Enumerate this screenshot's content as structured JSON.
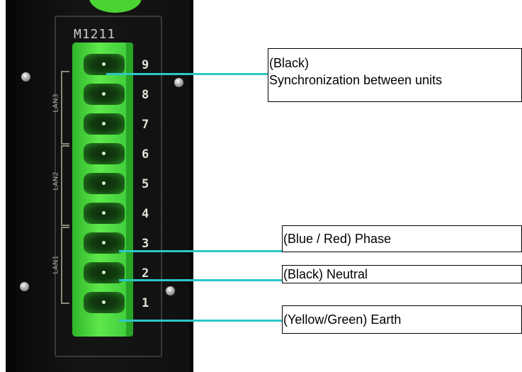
{
  "device": {
    "model_label": "M1211",
    "bracket_labels": [
      "LAN3",
      "LAN2",
      "LAN1"
    ]
  },
  "pins": [
    "9",
    "8",
    "7",
    "6",
    "5",
    "4",
    "3",
    "2",
    "1"
  ],
  "callouts": {
    "sync": {
      "line1": "(Black)",
      "line2": "Synchronization between units"
    },
    "phase": {
      "text": "(Blue / Red) Phase"
    },
    "neutral": {
      "text": "(Black) Neutral"
    },
    "earth": {
      "text": "(Yellow/Green) Earth"
    }
  },
  "colors": {
    "connector_green": "#4bd334",
    "leader_line": "#2ec6c6",
    "panel_background": "#0a0a0a"
  }
}
